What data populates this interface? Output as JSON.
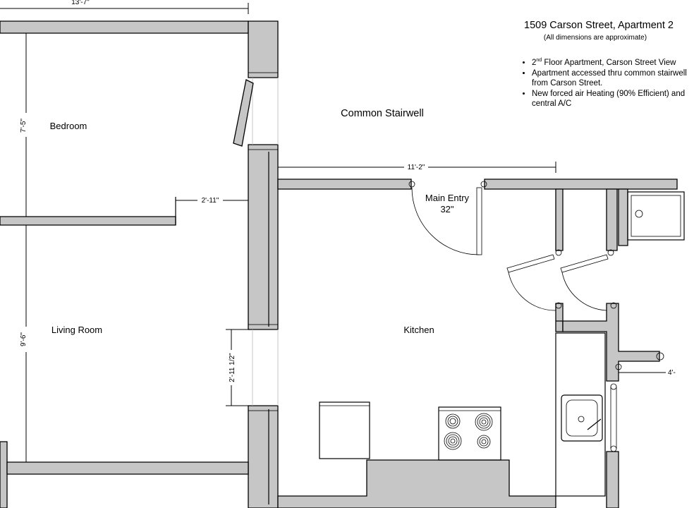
{
  "header": {
    "title": "1509 Carson Street, Apartment 2",
    "subtitle": "(All dimensions are approximate)"
  },
  "notes": [
    {
      "line1_pre": "2",
      "line1_sup": "nd",
      "line1_post": " Floor Apartment, Carson Street View"
    },
    {
      "line1": "Apartment accessed thru common stairwell",
      "line2": "from Carson Street."
    },
    {
      "line1": "New forced air Heating (90% Efficient) and",
      "line2": "central A/C"
    }
  ],
  "rooms": {
    "bedroom": "Bedroom",
    "living_room": "Living Room",
    "kitchen": "Kitchen",
    "common_stairwell": "Common Stairwell",
    "main_entry_line1": "Main Entry",
    "main_entry_line2": "32\""
  },
  "dimensions": {
    "top_width": "13'-7\"",
    "bedroom_height": "7'-5\"",
    "bedroom_door": "2'-11\"",
    "living_height": "9'-6\"",
    "living_window": "2'-11 1/2\"",
    "kitchen_width": "11'-2\"",
    "right_partial": "4'-"
  }
}
